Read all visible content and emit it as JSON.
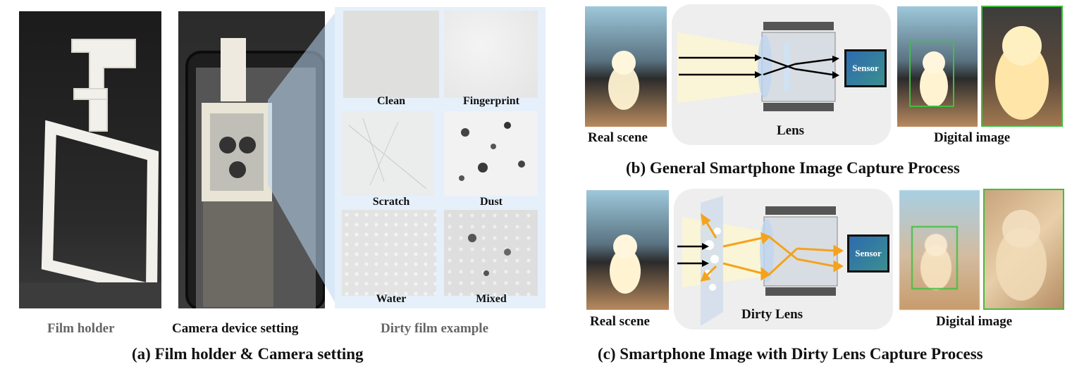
{
  "panel_a": {
    "caption": "(a) Film holder & Camera setting",
    "film_holder_label": "Film holder",
    "camera_setting_label": "Camera device setting",
    "dirty_film_label": "Dirty film example",
    "tiles": [
      "Clean",
      "Fingerprint",
      "Scratch",
      "Dust",
      "Water",
      "Mixed"
    ]
  },
  "panel_b": {
    "caption": "(b) General Smartphone Image Capture Process",
    "real_scene": "Real scene",
    "lens": "Lens",
    "sensor": "Sensor",
    "digital_image": "Digital image"
  },
  "panel_c": {
    "caption": "(c) Smartphone Image with Dirty Lens Capture Process",
    "real_scene": "Real scene",
    "lens": "Dirty Lens",
    "sensor": "Sensor",
    "digital_image": "Digital image"
  },
  "colors": {
    "highlight_box": "#3fbf3f",
    "light_ray": "#f5a21d",
    "sensor_border": "#111111",
    "dirty_panel_bg": "#e9f2fb"
  }
}
